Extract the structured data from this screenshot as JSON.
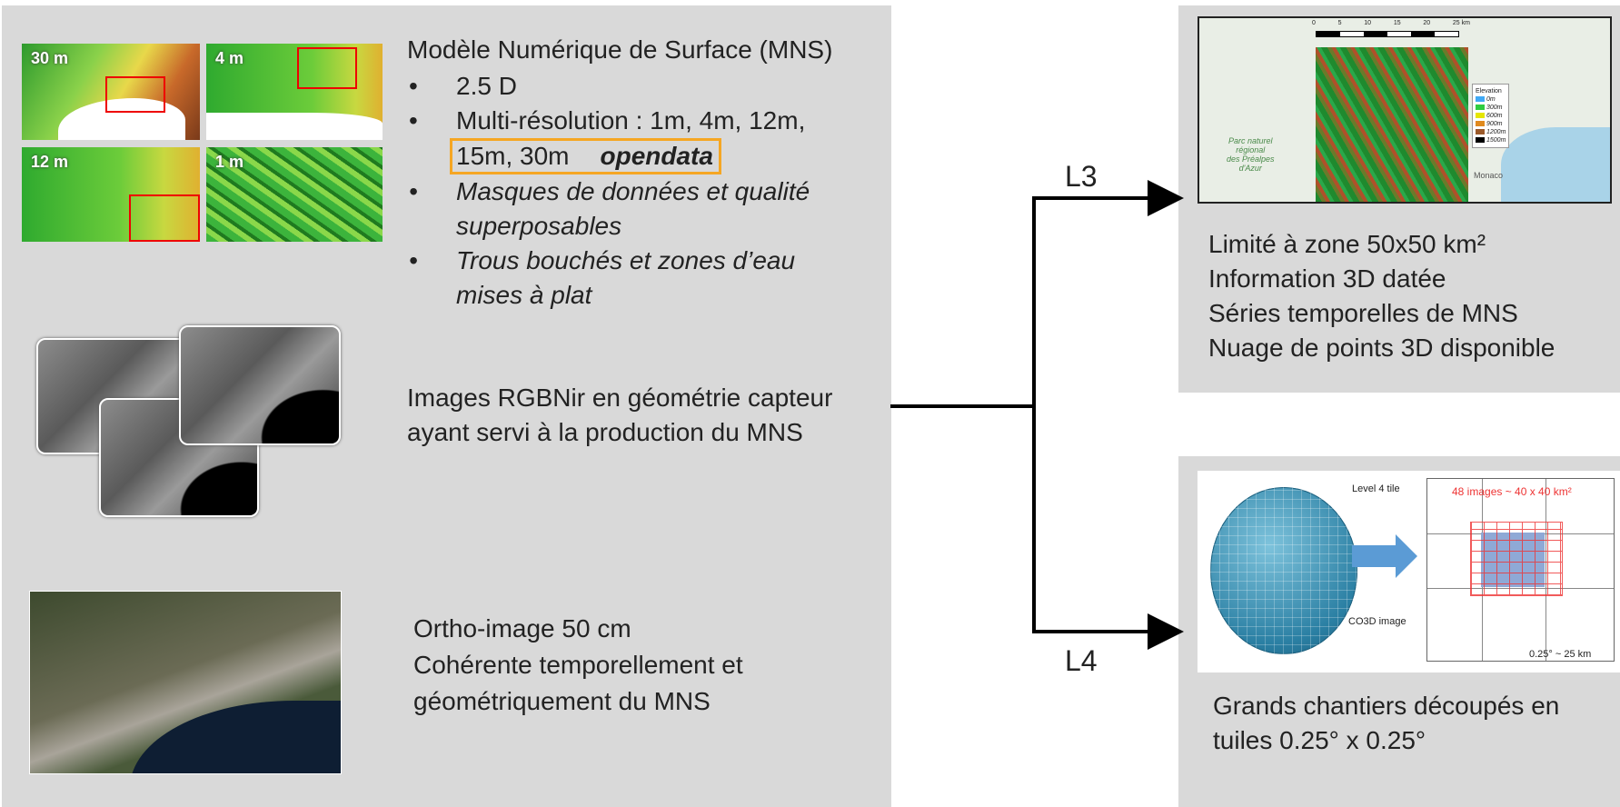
{
  "mns": {
    "title": "Modèle Numérique de Surface (MNS)",
    "bullet1": "2.5 D",
    "bullet2_line1": "Multi-résolution : 1m, 4m, 12m,",
    "bullet2_line2": "15m, 30m",
    "opendata": "opendata",
    "bullet3_line1": "Masques de données et qualité",
    "bullet3_line2": "superposables",
    "bullet4_line1": "Trous bouchés et zones d’eau",
    "bullet4_line2": "mises à plat",
    "thumb_labels": [
      "30 m",
      "4 m",
      "12 m",
      "1 m"
    ]
  },
  "images": {
    "line1": "Images RGBNir en géométrie capteur",
    "line2": "ayant servi à la production du MNS"
  },
  "ortho": {
    "line1": "Ortho-image 50 cm",
    "line2": "Cohérente temporellement et",
    "line3": "géométriquement du MNS"
  },
  "l3": {
    "label": "L3",
    "line1": "Limité à zone 50x50 km²",
    "line2": "Information 3D datée",
    "line3": "Séries temporelles de MNS",
    "line4": "Nuage de points 3D disponible",
    "map": {
      "scale_ticks": [
        "0",
        "5",
        "10",
        "15",
        "20",
        "25 km"
      ],
      "legend_title": "Elevation",
      "legend_items": [
        "0m",
        "300m",
        "600m",
        "900m",
        "1200m",
        "1500m"
      ],
      "legend_colors": [
        "#3fa9f5",
        "#2ecc40",
        "#e6e600",
        "#e08a1e",
        "#9b5a2a",
        "#000000"
      ],
      "park_label": [
        "Parc naturel",
        "régional",
        "des Préalpes",
        "d'Azur"
      ],
      "city_label": "Monaco"
    }
  },
  "l4": {
    "label": "L4",
    "line1": "Grands chantiers découpés en",
    "line2": "tuiles 0.25° x 0.25°",
    "tile": {
      "level_label": "Level 4 tile",
      "images_label": "48 images ~ 40 x 40 km²",
      "co3d_label": "CO3D image",
      "scale_label": "0.25° ~ 25 km"
    }
  }
}
